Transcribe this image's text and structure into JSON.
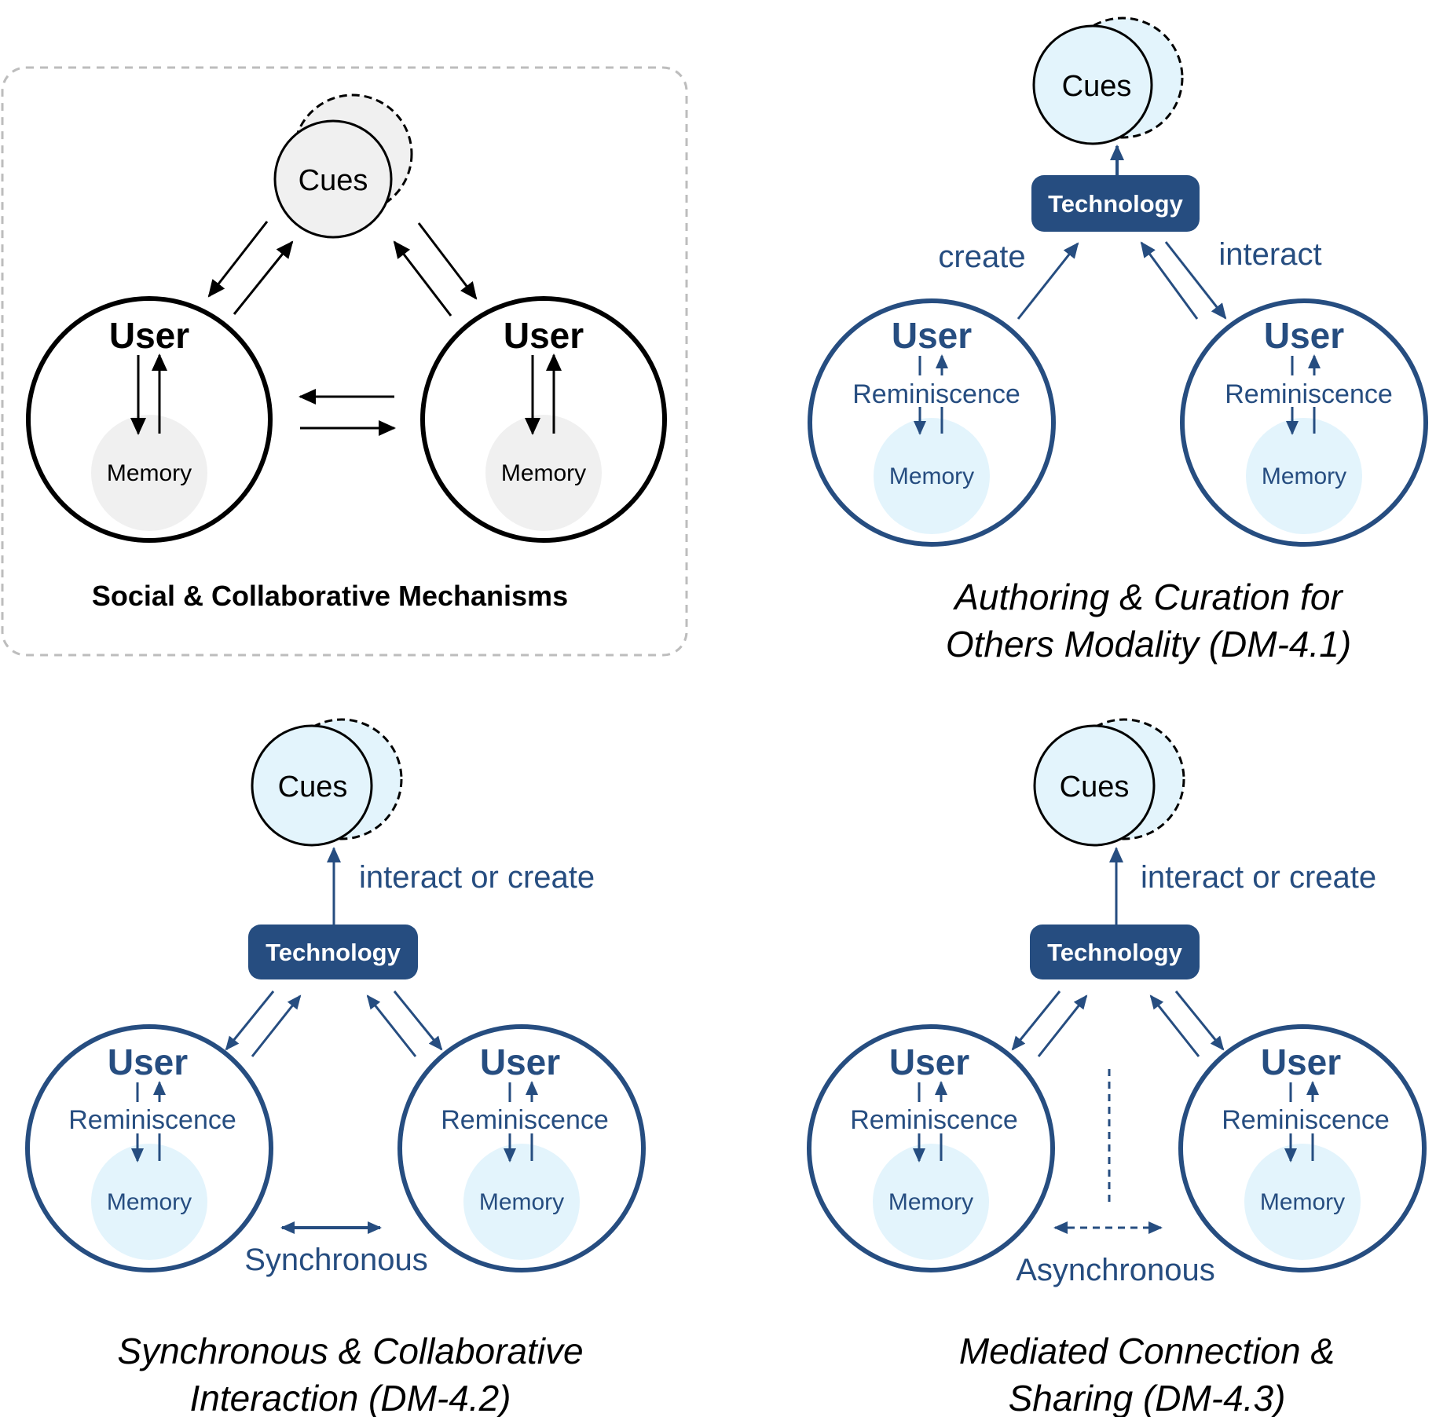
{
  "colors": {
    "blue": "#264d80",
    "light_blue": "#e3f4fc",
    "grey_fill": "#f0f0f0",
    "box_border": "#bdbdbd",
    "black": "#000000"
  },
  "panels": [
    {
      "id": "social",
      "title": "Social & Collaborative Mechanisms",
      "title_style": "bold",
      "cues_label": "Cues",
      "users": [
        {
          "label": "User",
          "memory": "Memory"
        },
        {
          "label": "User",
          "memory": "Memory"
        }
      ]
    },
    {
      "id": "dm41",
      "caption_lines": [
        "Authoring & Curation for",
        "Others Modality (DM-4.1)"
      ],
      "cues_label": "Cues",
      "technology_label": "Technology",
      "edge_labels": {
        "create": "create",
        "interact": "interact"
      },
      "users": [
        {
          "label": "User",
          "process": "Reminiscence",
          "memory": "Memory"
        },
        {
          "label": "User",
          "process": "Reminiscence",
          "memory": "Memory"
        }
      ]
    },
    {
      "id": "dm42",
      "caption_lines": [
        "Synchronous & Collaborative",
        "Interaction  (DM-4.2)"
      ],
      "cues_label": "Cues",
      "technology_label": "Technology",
      "edge_labels": {
        "tech_to_cues": "interact or create",
        "between_users": "Synchronous"
      },
      "users": [
        {
          "label": "User",
          "process": "Reminiscence",
          "memory": "Memory"
        },
        {
          "label": "User",
          "process": "Reminiscence",
          "memory": "Memory"
        }
      ]
    },
    {
      "id": "dm43",
      "caption_lines": [
        "Mediated Connection &",
        "Sharing (DM-4.3)"
      ],
      "cues_label": "Cues",
      "technology_label": "Technology",
      "edge_labels": {
        "tech_to_cues": "interact or create",
        "between_users": "Asynchronous"
      },
      "users": [
        {
          "label": "User",
          "process": "Reminiscence",
          "memory": "Memory"
        },
        {
          "label": "User",
          "process": "Reminiscence",
          "memory": "Memory"
        }
      ]
    }
  ]
}
